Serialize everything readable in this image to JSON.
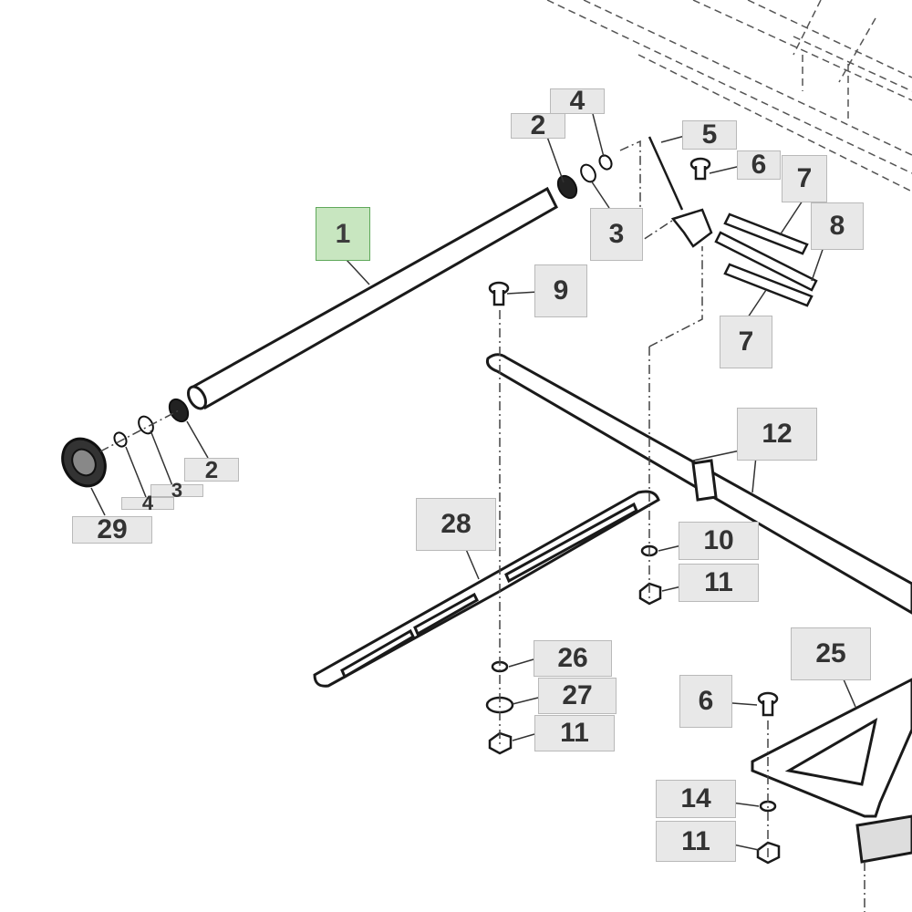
{
  "diagram": {
    "selected_part": "1",
    "colors": {
      "line": "#1a1a1a",
      "dashed": "#444444",
      "callout_bg": "#e8e8e8",
      "callout_border": "#b9b9b9",
      "selected_bg": "#c8e6c0",
      "selected_border": "#5fa85a"
    },
    "callouts": {
      "c1": "1",
      "c2_top": "2",
      "c4_top": "4",
      "c5": "5",
      "c6_top": "6",
      "c7_top": "7",
      "c3_top": "3",
      "c8": "8",
      "c9": "9",
      "c7_bottom": "7",
      "c2_left": "2",
      "c3_left": "3",
      "c4_left": "4",
      "c29": "29",
      "c12": "12",
      "c28": "28",
      "c10": "10",
      "c11_mid": "11",
      "c26": "26",
      "c27": "27",
      "c11_low": "11",
      "c25": "25",
      "c6_bottom": "6",
      "c14": "14",
      "c11_bottom": "11"
    }
  }
}
